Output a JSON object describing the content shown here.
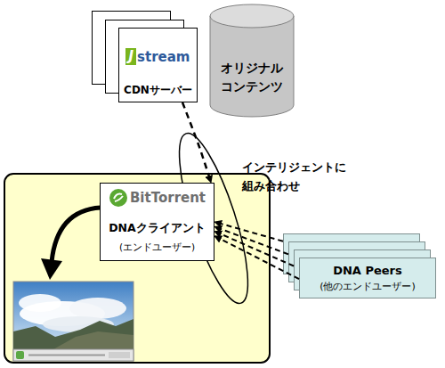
{
  "diagram": {
    "nodes": [
      {
        "text": [
          "J",
          "stream",
          "CDNサーバー"
        ]
      },
      {
        "text": [
          "オリジナル コンテンツ"
        ]
      },
      {
        "text": [
          "BitTorrent",
          "DNAクライアント",
          "(エンドユーザー)"
        ]
      },
      {
        "text": [
          "DNA Peers",
          "(他のエンドユーザー)"
        ]
      }
    ],
    "edges": [
      {
        "from": 0,
        "to": 2,
        "arrow": "to"
      },
      {
        "from": 3,
        "to": 2,
        "arrow": "to"
      },
      {
        "from": 3,
        "to": 2,
        "arrow": "to"
      },
      {
        "from": 3,
        "to": 2,
        "arrow": "to"
      },
      {
        "from": 3,
        "to": 2,
        "arrow": "to"
      }
    ],
    "labels": [
      "インテリジェントに 組み合わせ"
    ]
  }
}
